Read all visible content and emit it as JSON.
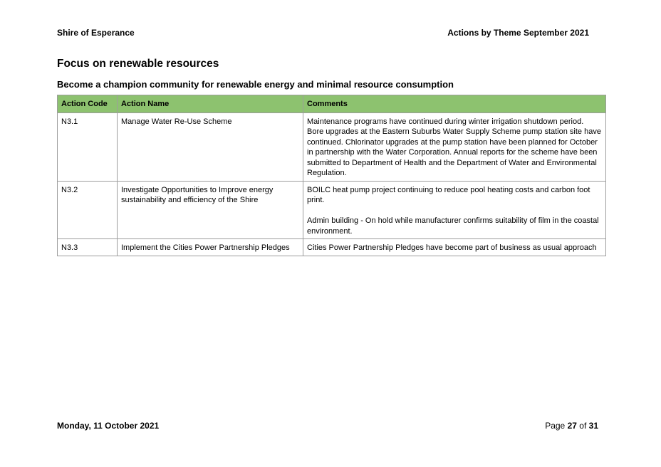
{
  "header": {
    "left": "Shire of Esperance",
    "right": "Actions by Theme September 2021"
  },
  "title": "Focus on renewable resources",
  "subtitle": "Become a champion community for renewable energy and minimal resource consumption",
  "table": {
    "header_color": "#8dc26f",
    "columns": [
      "Action Code",
      "Action Name",
      "Comments"
    ],
    "rows": [
      {
        "code": "N3.1",
        "name": "Manage Water Re-Use Scheme",
        "comments": [
          "Maintenance programs have continued during winter irrigation shutdown period. Bore upgrades at the Eastern Suburbs Water Supply Scheme pump station site have continued. Chlorinator upgrades at the pump station have been planned for October in partnership with the Water Corporation. Annual reports for the scheme have been submitted to Department of Health and the Department of Water and Environmental Regulation."
        ]
      },
      {
        "code": "N3.2",
        "name": "Investigate Opportunities to Improve energy sustainability and efficiency of the Shire",
        "comments": [
          "BOILC heat pump project continuing to reduce pool heating costs and carbon foot print.",
          "Admin building - On hold while manufacturer confirms suitability of film in the coastal environment."
        ]
      },
      {
        "code": "N3.3",
        "name": "Implement the Cities Power Partnership Pledges",
        "comments": [
          "Cities Power Partnership Pledges have become part of business as usual approach"
        ]
      }
    ]
  },
  "footer": {
    "date": "Monday, 11 October 2021",
    "page_word": "Page",
    "page_current": "27",
    "page_of": "of",
    "page_total": "31"
  }
}
